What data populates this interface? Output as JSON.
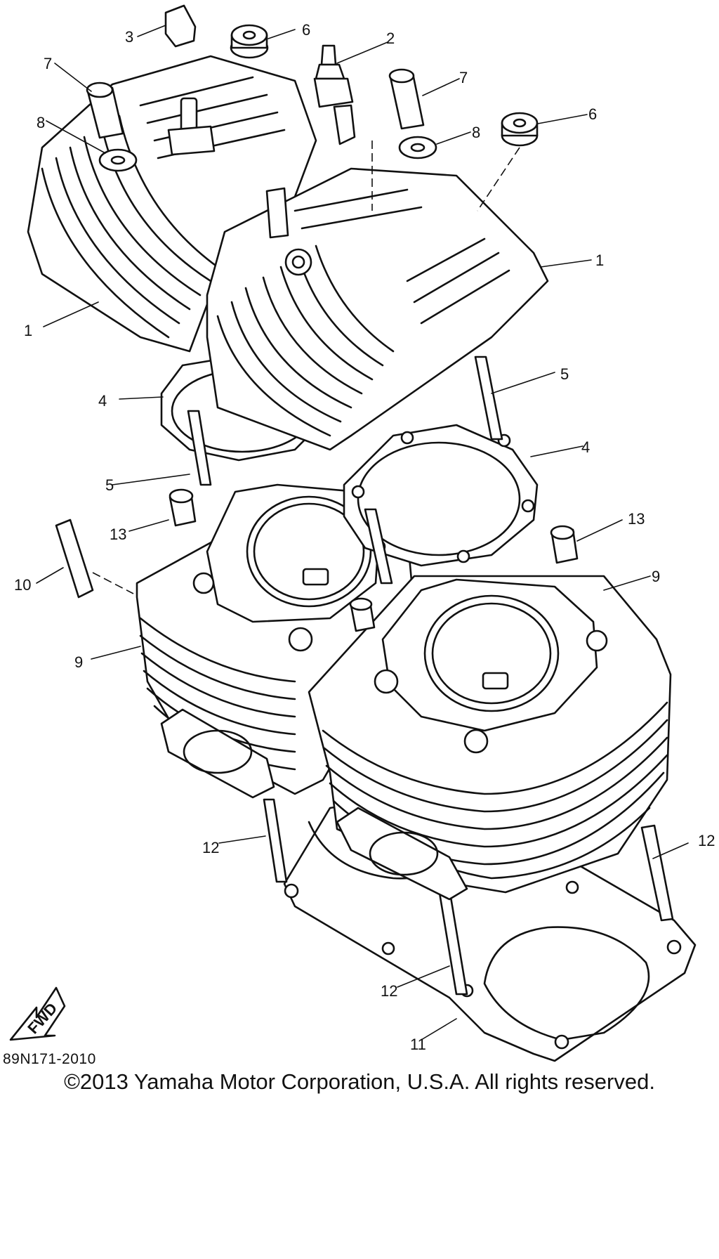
{
  "diagram": {
    "part_callouts": [
      "1",
      "1",
      "2",
      "3",
      "4",
      "4",
      "5",
      "5",
      "6",
      "6",
      "7",
      "7",
      "8",
      "8",
      "9",
      "9",
      "10",
      "11",
      "12",
      "12",
      "12",
      "13",
      "13"
    ],
    "fwd_arrow_label": "FWD",
    "drawing_code": "89N171-2010",
    "copyright": "©2013 Yamaha Motor Corporation, U.S.A. All rights reserved."
  }
}
